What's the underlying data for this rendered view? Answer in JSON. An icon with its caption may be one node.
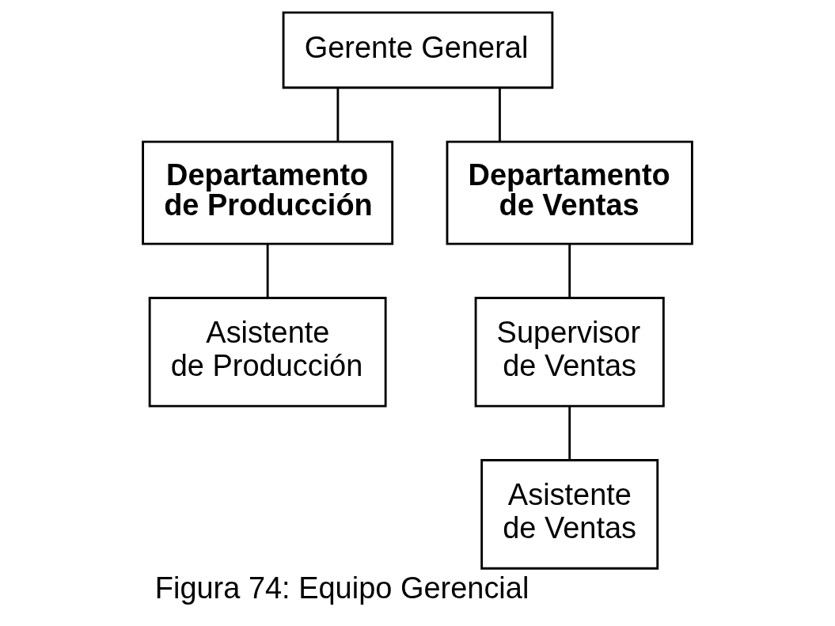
{
  "diagram": {
    "caption": "Figura 74: Equipo Gerencial",
    "nodes": [
      {
        "text": [
          "Gerente General"
        ]
      },
      {
        "text": [
          "Departamento de Producción"
        ]
      },
      {
        "text": [
          "Departamento de Ventas"
        ]
      },
      {
        "text": [
          "Asistente de Producción"
        ]
      },
      {
        "text": [
          "Supervisor de Ventas"
        ]
      },
      {
        "text": [
          "Asistente de Ventas"
        ]
      }
    ],
    "edges": [
      {
        "from": 0,
        "to": 1,
        "arrow": "none"
      },
      {
        "from": 0,
        "to": 2,
        "arrow": "none"
      },
      {
        "from": 1,
        "to": 3,
        "arrow": "none"
      },
      {
        "from": 2,
        "to": 4,
        "arrow": "none"
      },
      {
        "from": 4,
        "to": 5,
        "arrow": "none"
      }
    ]
  }
}
